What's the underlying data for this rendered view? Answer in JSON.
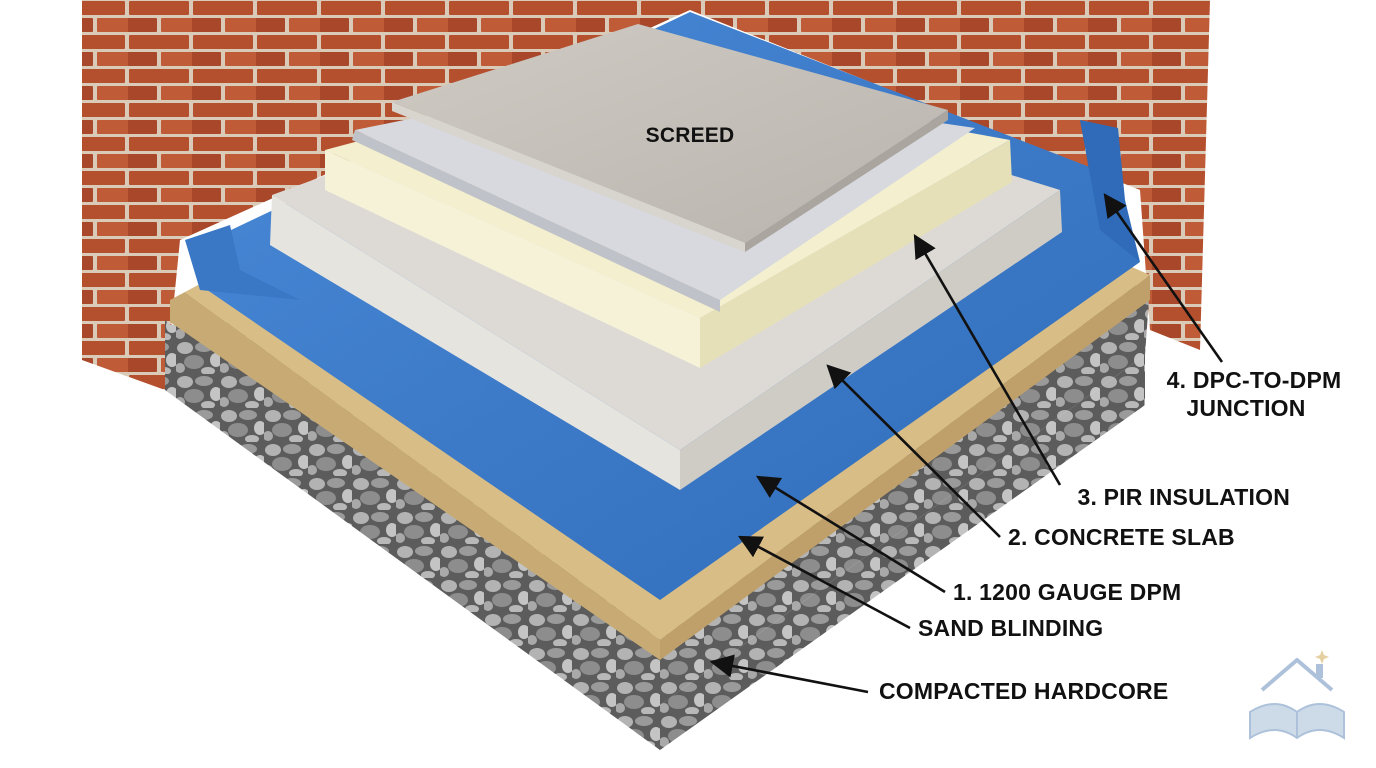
{
  "labels": {
    "screed": "SCREED",
    "dpc_dpm_line1": "4. DPC-TO-DPM",
    "dpc_dpm_line2": "JUNCTION",
    "pir_insulation": "3. PIR INSULATION",
    "concrete_slab": "2. CONCRETE SLAB",
    "dpm": "1. 1200 GAUGE DPM",
    "sand_blinding": "SAND BLINDING",
    "hardcore": "COMPACTED HARDCORE"
  },
  "colors": {
    "brick": "#b5502f",
    "mortar": "#d9cbb8",
    "dpm_blue": "#3f7fcf",
    "sand": "#d8bd86",
    "hardcore": "#8e8e8e",
    "concrete": "#d9d7d3",
    "pir": "#f3efcf",
    "foil": "#d7d9de",
    "screed": "#c4bfb8",
    "text": "#111111",
    "logo": "#9fb8d4"
  },
  "logo": {
    "icon": "book-house-logo-icon"
  }
}
